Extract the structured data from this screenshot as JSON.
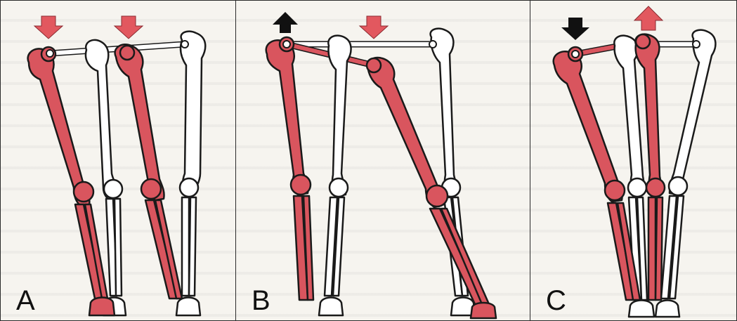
{
  "panels": [
    {
      "id": "A",
      "label": "A",
      "arrows": [
        "down",
        "down"
      ]
    },
    {
      "id": "B",
      "label": "B",
      "arrows": [
        "up",
        "down"
      ]
    },
    {
      "id": "C",
      "label": "C",
      "arrows": [
        "down",
        "up"
      ]
    }
  ],
  "colors": {
    "moving_limb": "#d9555e",
    "moving_limb_dark": "#b8323e",
    "static_limb": "#ffffff",
    "outline": "#1a1a1a",
    "arrow_red": "#e2585f",
    "arrow_black": "#111111",
    "background": "#f6f4ef"
  }
}
